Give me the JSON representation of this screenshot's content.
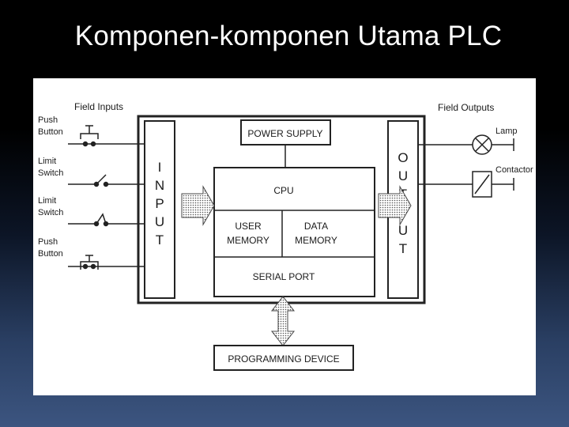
{
  "slide": {
    "title": "Komponen-komponen Utama PLC"
  },
  "diagram": {
    "field_inputs_label": "Field Inputs",
    "field_outputs_label": "Field Outputs",
    "inputs": [
      {
        "line1": "Push",
        "line2": "Button"
      },
      {
        "line1": "Limit",
        "line2": "Switch"
      },
      {
        "line1": "Limit",
        "line2": "Switch"
      },
      {
        "line1": "Push",
        "line2": "Button"
      }
    ],
    "outputs": [
      {
        "label": "Lamp"
      },
      {
        "label": "Contactor"
      }
    ],
    "input_module_letters": [
      "I",
      "N",
      "P",
      "U",
      "T"
    ],
    "output_module_letters": [
      "O",
      "U",
      "T",
      "P",
      "U",
      "T"
    ],
    "power_supply": "POWER SUPPLY",
    "cpu": "CPU",
    "user_memory": {
      "line1": "USER",
      "line2": "MEMORY"
    },
    "data_memory": {
      "line1": "DATA",
      "line2": "MEMORY"
    },
    "serial_port": "SERIAL PORT",
    "programming_device": "PROGRAMMING DEVICE"
  }
}
